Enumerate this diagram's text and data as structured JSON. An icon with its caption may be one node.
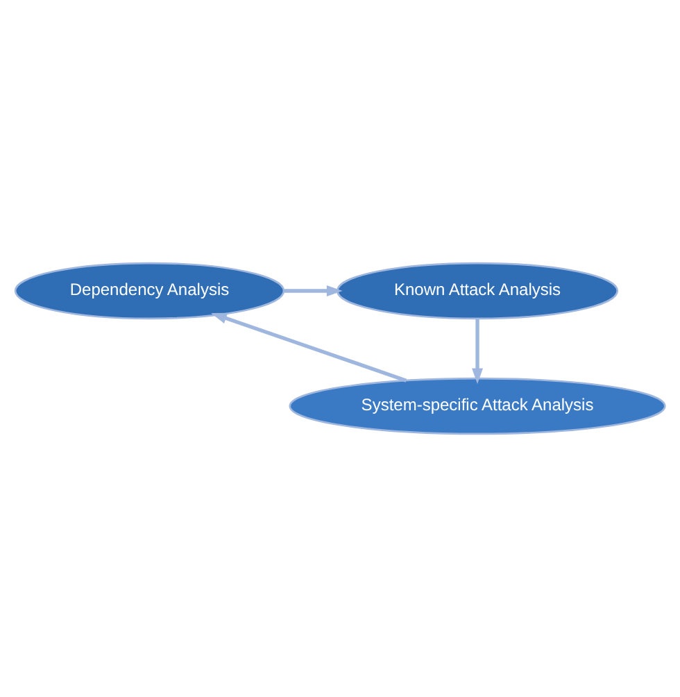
{
  "diagram": {
    "nodes": [
      {
        "text": [
          "Dependency Analysis"
        ]
      },
      {
        "text": [
          "Known Attack Analysis"
        ]
      },
      {
        "text": [
          "System-specific Attack Analysis"
        ]
      }
    ],
    "edges": [
      {
        "from": 0,
        "to": 1,
        "arrow": "to"
      },
      {
        "from": 1,
        "to": 2,
        "arrow": "to"
      },
      {
        "from": 2,
        "to": 0,
        "arrow": "to"
      }
    ]
  }
}
